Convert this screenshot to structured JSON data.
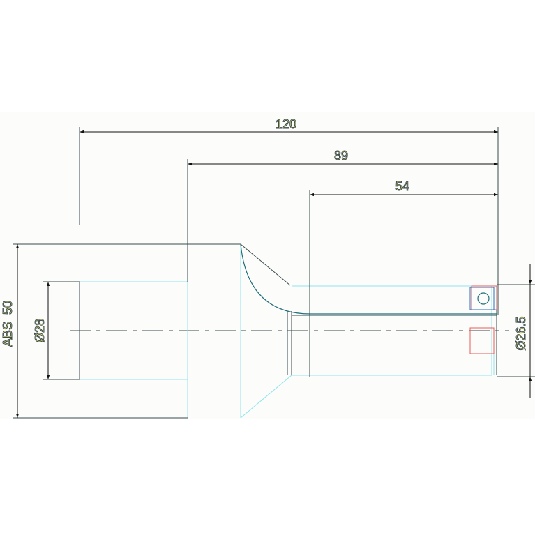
{
  "colors": {
    "page_background": "#ffffff",
    "drawing_background": "#fcfdfa",
    "outline": "#3a4a50",
    "teal_curve": "#1f6d78",
    "cyan_hidden": "#8fe3ec",
    "dimension_text": "#f1ec7a",
    "red_mark": "#e85a5a",
    "blue_mark": "#2a6fc0"
  },
  "dimensions": {
    "overall_length": "120",
    "length_89": "89",
    "length_54": "54",
    "height_abs": "ABS  50",
    "bore_diameter": "Ø28",
    "end_diameter": "Ø26.5"
  }
}
